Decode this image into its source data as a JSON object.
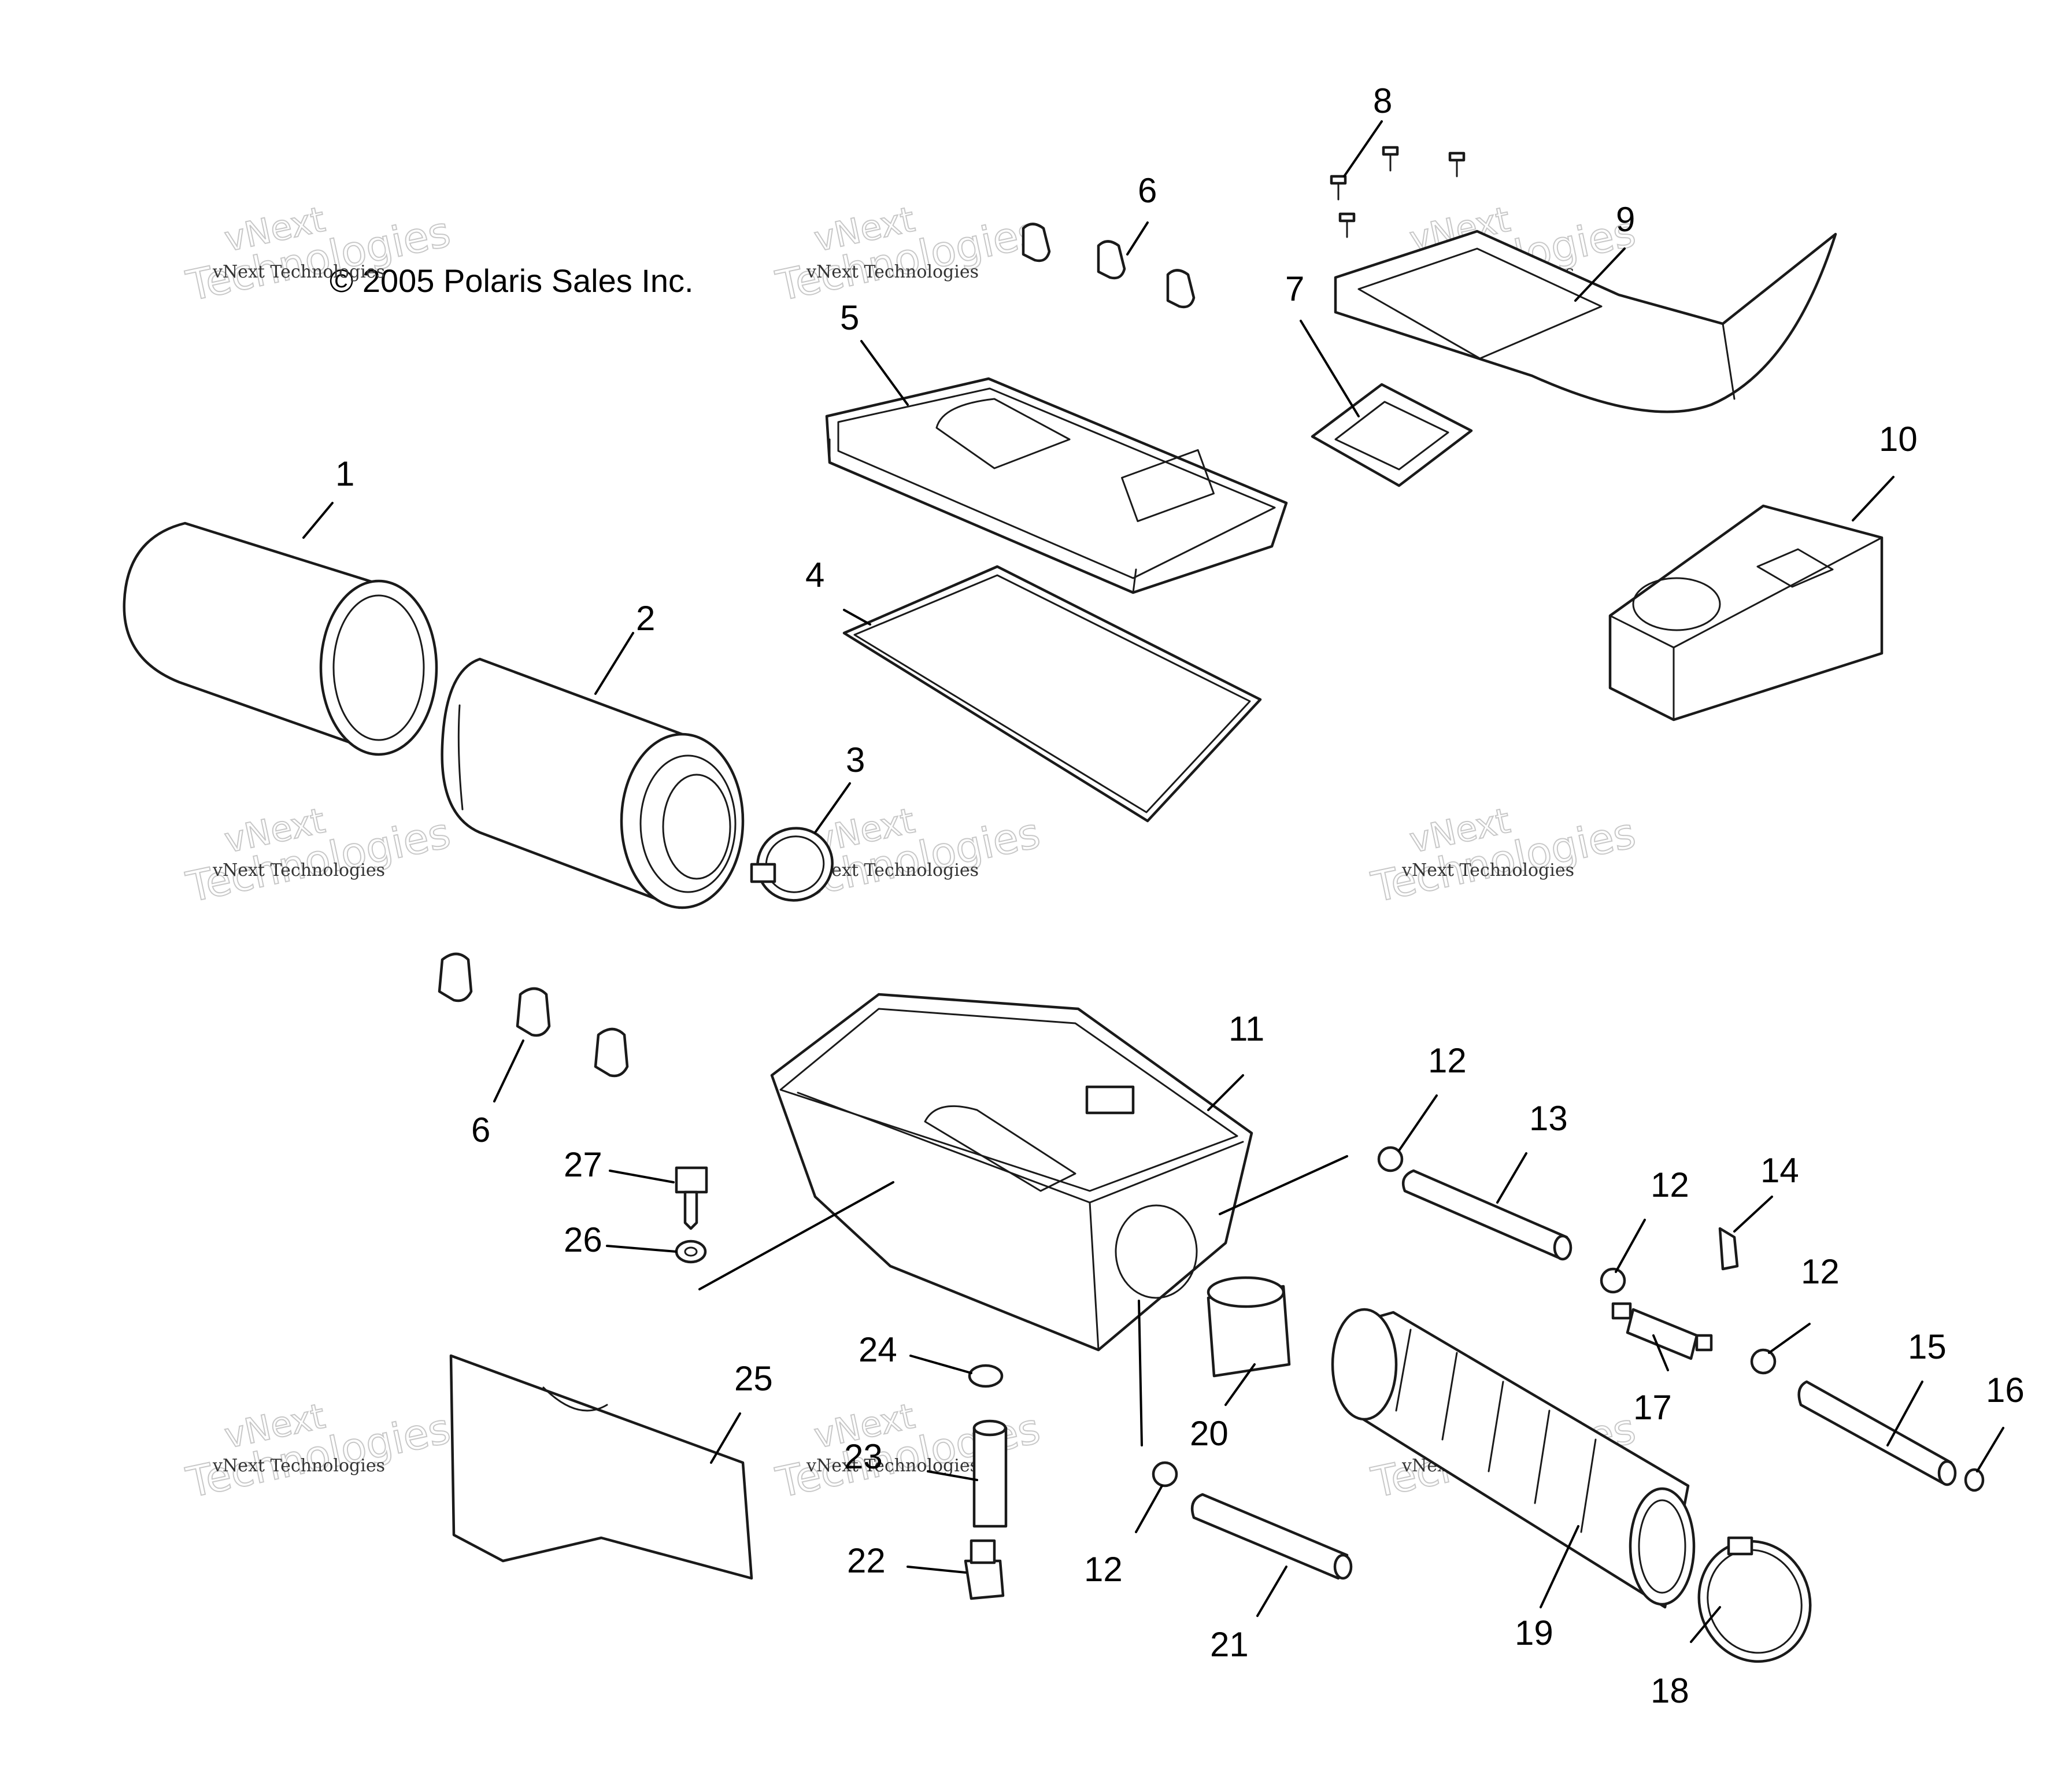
{
  "copyright": "© 2005 Polaris Sales Inc.",
  "watermark": {
    "line1": "vNext",
    "line2": "Technologies",
    "small": "vNext Technologies"
  },
  "callouts": {
    "c1": "1",
    "c2": "2",
    "c3": "3",
    "c4": "4",
    "c5": "5",
    "c6a": "6",
    "c6b": "6",
    "c7": "7",
    "c8": "8",
    "c9": "9",
    "c10": "10",
    "c11": "11",
    "c12a": "12",
    "c12b": "12",
    "c12c": "12",
    "c12d": "12",
    "c13": "13",
    "c14": "14",
    "c15": "15",
    "c16": "16",
    "c17": "17",
    "c18": "18",
    "c19": "19",
    "c20": "20",
    "c21": "21",
    "c22": "22",
    "c23": "23",
    "c24": "24",
    "c25": "25",
    "c26": "26",
    "c27": "27"
  },
  "colors": {
    "line": "#1a1a1a",
    "watermark": "#c8c8c8",
    "background": "#ffffff"
  }
}
